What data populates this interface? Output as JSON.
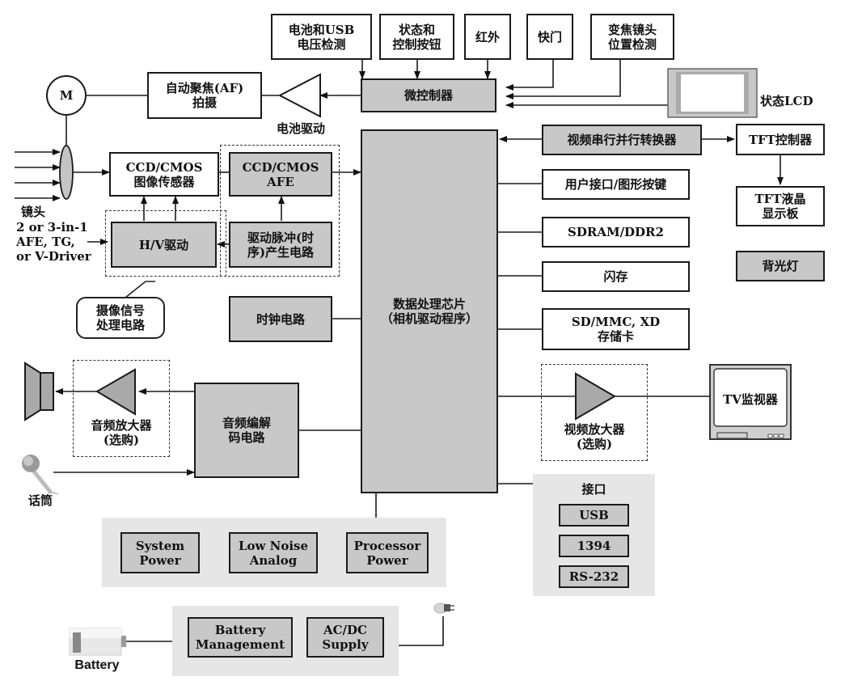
{
  "diagram": {
    "top_inputs": {
      "battery_usb_detect": "电池和USB\n电压检测",
      "status_buttons": "状态和\n控制按钮",
      "infrared": "红外",
      "shutter": "快门",
      "zoom_lens_detect": "变焦镜头\n位置检测"
    },
    "microcontroller": "微控制器",
    "status_lcd_label": "状态LCD",
    "motor_label": "M",
    "autofocus": "自动聚焦(AF)\n拍摄",
    "battery_driver_label": "电池驱动",
    "lens_label": "镜头",
    "afe_note": "2 or 3-in-1\nAFE, TG,\nor V-Driver",
    "sensor": "CCD/CMOS\n图像传感器",
    "afe": "CCD/CMOS\nAFE",
    "hv_driver": "H/V驱动",
    "pulse_gen": "驱动脉冲(时\n序)产生电路",
    "signal_callout": "摄像信号\n处理电路",
    "clock": "时钟电路",
    "processor": "数据处理芯片\n（相机驱动程序）",
    "video_converter": "视频串行并行转换器",
    "tft_controller": "TFT控制器",
    "tft_panel": "TFT液晶\n显示板",
    "backlight": "背光灯",
    "user_interface": "用户接口/图形按键",
    "sdram": "SDRAM/DDR2",
    "flash": "闪存",
    "memory_card": "SD/MMC, XD\n存储卡",
    "video_amp_label": "视频放大器\n(选购)",
    "tv_monitor": "TV监视器",
    "interfaces": {
      "title": "接口",
      "items": [
        "USB",
        "1394",
        "RS-232"
      ]
    },
    "audio_amp_label": "音频放大器\n(选购)",
    "audio_codec": "音频编解\n码电路",
    "microphone_label": "话筒",
    "power_group": [
      "System\nPower",
      "Low Noise\nAnalog",
      "Processor\nPower"
    ],
    "battery_group": [
      "Battery\nManagement",
      "AC/DC\nSupply"
    ],
    "battery_label": "Battery",
    "colors": {
      "block_gray": "#c8c8c8",
      "panel_gray": "#e6e6e6",
      "line": "#1a1a1a"
    }
  }
}
